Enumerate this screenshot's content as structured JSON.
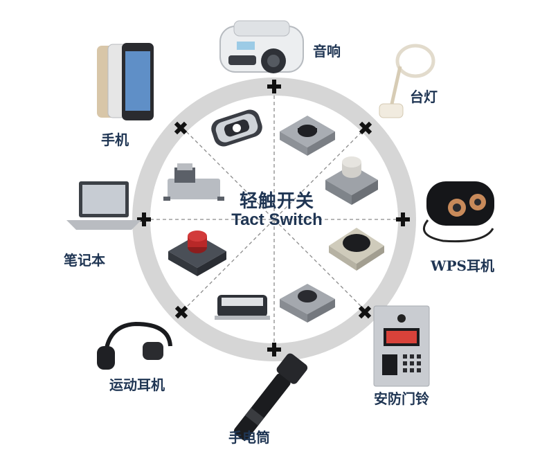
{
  "center": {
    "title_cn": "轻触开关",
    "title_en": "Tact Switch"
  },
  "applications": [
    {
      "id": "speaker",
      "label": "音响",
      "icon": "boombox-icon"
    },
    {
      "id": "lamp",
      "label": "台灯",
      "icon": "desk-lamp-icon"
    },
    {
      "id": "earbuds",
      "label": "WPS耳机",
      "icon": "earbuds-icon"
    },
    {
      "id": "doorbell",
      "label": "安防门铃",
      "icon": "door-intercom-icon"
    },
    {
      "id": "flashlight",
      "label": "手电筒",
      "icon": "flashlight-icon"
    },
    {
      "id": "sport-headphones",
      "label": "运动耳机",
      "icon": "bone-conduction-headphones-icon"
    },
    {
      "id": "laptop",
      "label": "笔记本",
      "icon": "laptop-icon"
    },
    {
      "id": "phone",
      "label": "手机",
      "icon": "smartphone-icon"
    }
  ],
  "ring_markers": [
    "plus",
    "cross",
    "plus",
    "cross",
    "plus",
    "cross",
    "plus",
    "cross"
  ],
  "colors": {
    "ring": "#d6d6d6",
    "text": "#1f3553",
    "marker": "#111111",
    "divider": "#8a8a8a"
  }
}
